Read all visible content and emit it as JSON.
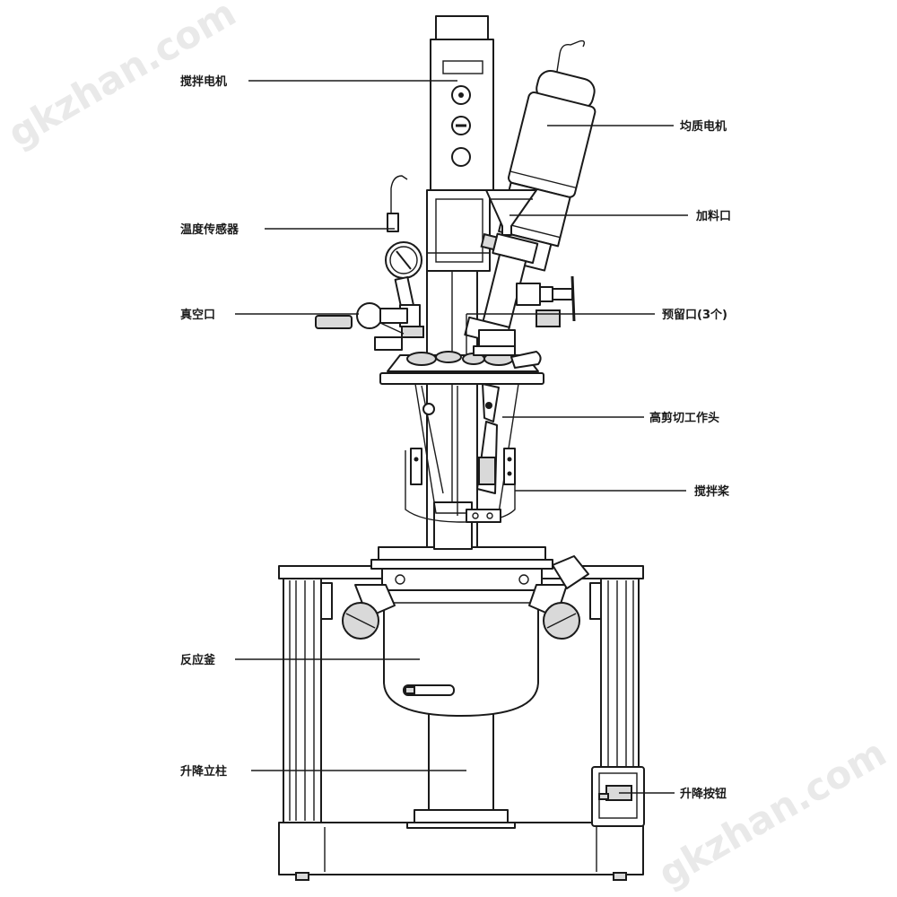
{
  "watermark": "gkzhan.com",
  "colors": {
    "line": "#1a1a1a",
    "shade": "#d9d9d9",
    "watermark": "#e9e9e9"
  },
  "labels": {
    "stirring_motor": "搅拌电机",
    "homogenizer_motor": "均质电机",
    "temperature_sensor": "温度传感器",
    "feeding_port": "加料口",
    "vacuum_port": "真空口",
    "reserved_ports": "预留口(3个)",
    "high_shear_head": "高剪切工作头",
    "stirring_paddle": "搅拌桨",
    "reaction_vessel": "反应釜",
    "lifting_column": "升降立柱",
    "lifting_button": "升降按钮"
  }
}
